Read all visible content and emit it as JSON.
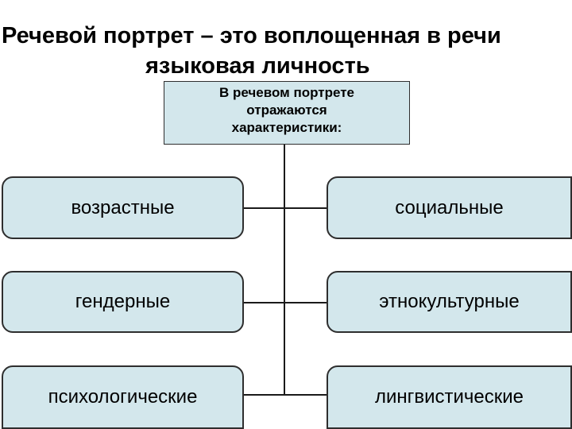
{
  "title": {
    "bold_part": "Речевой портрет",
    "rest_line1": " – это воплощенная в речи",
    "line2": "языковая личность"
  },
  "root": {
    "label": "В речевом портрете\nотражаются\nхарактеристики:"
  },
  "left_items": [
    {
      "label": "возрастные"
    },
    {
      "label": "гендерные"
    },
    {
      "label": "психологические"
    }
  ],
  "right_items": [
    {
      "label": "социальные"
    },
    {
      "label": "этнокультурные"
    },
    {
      "label": "лингвистические"
    }
  ],
  "colors": {
    "box_fill": "#d3e7ec",
    "box_border": "#2e2e2e",
    "line": "#1a1a1a"
  }
}
